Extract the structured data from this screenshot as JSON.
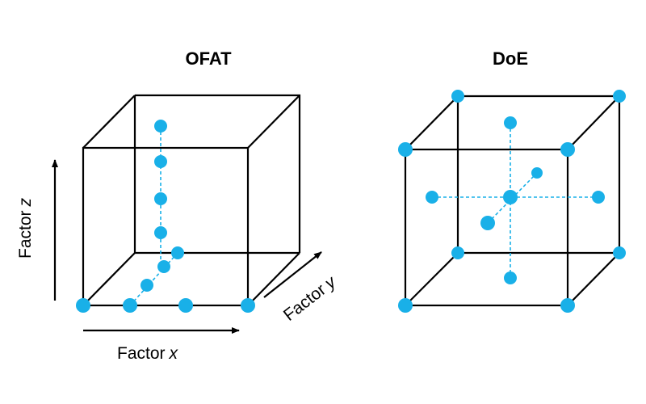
{
  "titles": {
    "left": "OFAT",
    "right": "DoE"
  },
  "axes": {
    "x": {
      "word": "Factor",
      "var": "x"
    },
    "y": {
      "word": "Factor",
      "var": "y"
    },
    "z": {
      "word": "Factor",
      "var": "z"
    }
  },
  "colors": {
    "point": "#19b0e8",
    "dash": "#19b0e8",
    "line": "#000000"
  }
}
